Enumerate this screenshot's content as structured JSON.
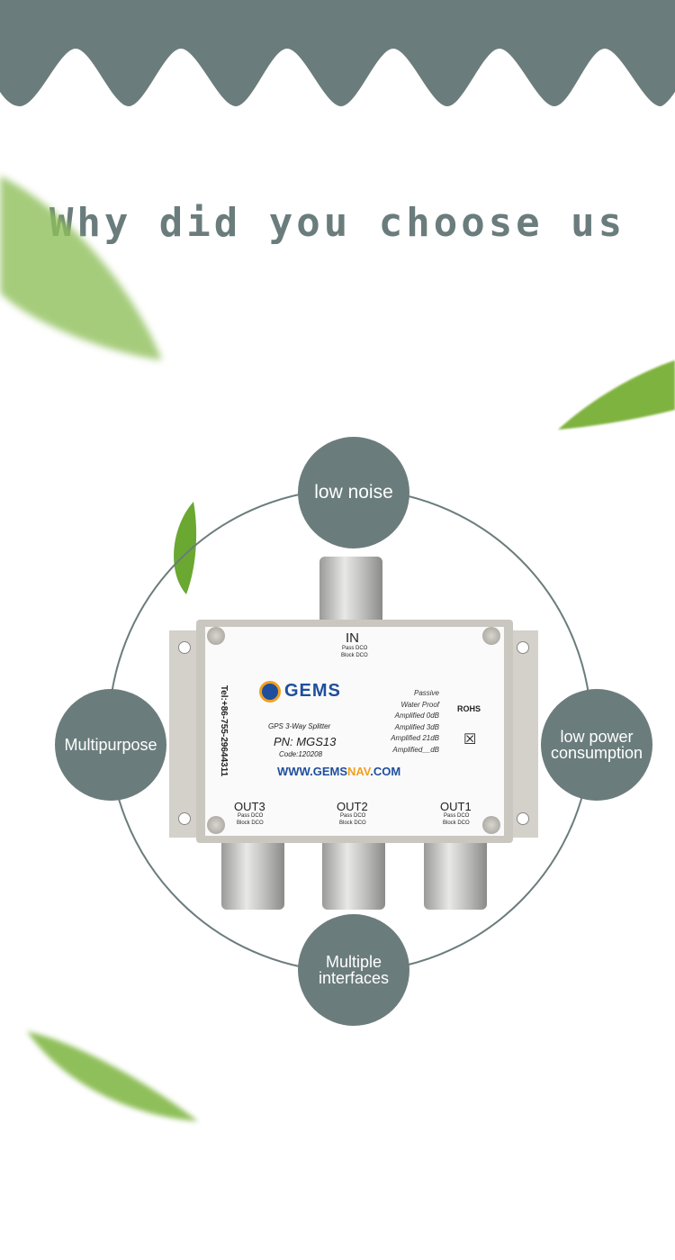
{
  "heading": "Why did you choose us",
  "features": [
    "low noise",
    "Multipurpose",
    "low power consumption",
    "Multiple interfaces"
  ],
  "product_label": {
    "in": "IN",
    "out3": "OUT3",
    "out2": "OUT2",
    "out1": "OUT1",
    "pass": "Pass DCO",
    "block": "Block DCO",
    "brand": "GEMS",
    "model": "GPS 3-Way Splitter",
    "pn": "PN: MGS13",
    "code": "Code:120208",
    "tel": "Tel:+86-755-29644311",
    "options": [
      "Passive",
      "Water Proof",
      "Amplified  0dB",
      "Amplified  3dB",
      "Amplified  21dB",
      "Amplified__dB"
    ],
    "rohs": "ROHS",
    "url_a": "WWW.GEMS",
    "url_b": "NAV",
    "url_c": ".COM"
  },
  "colors": {
    "accent": "#6b7c7c",
    "leaf": "#7fb33f",
    "url_blue": "#1f4e9c",
    "url_orange": "#f0a020"
  }
}
